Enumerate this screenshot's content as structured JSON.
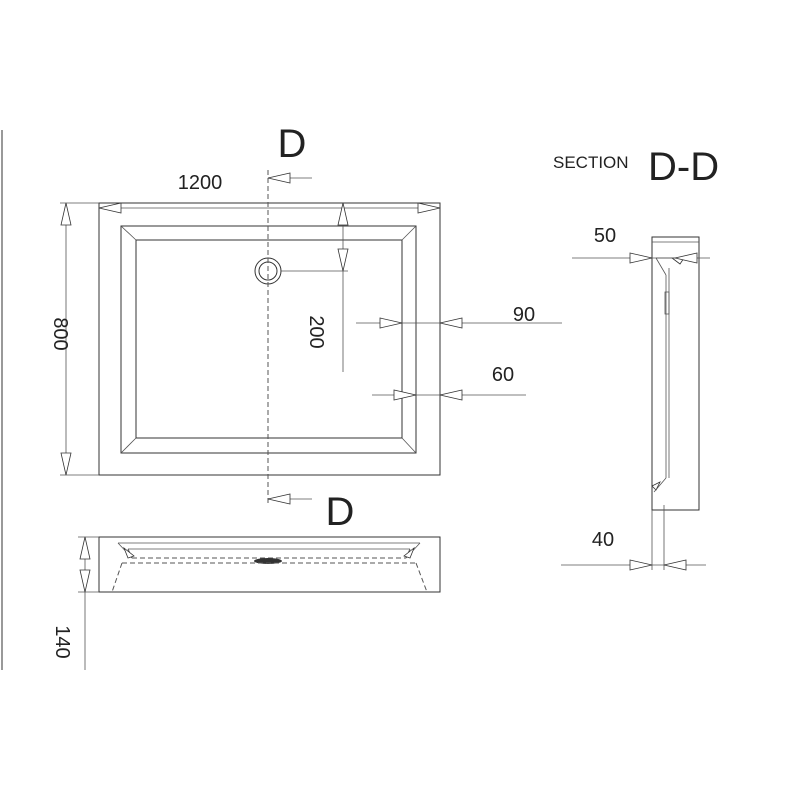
{
  "dimensions": {
    "length": "1200",
    "width": "800",
    "drain_offset": "200",
    "rim_outer": "90",
    "rim_inner": "60",
    "height": "140",
    "section_top": "50",
    "section_bottom": "40"
  },
  "section": {
    "marker": "D",
    "prefix": "SECTION",
    "name": "D-D"
  }
}
